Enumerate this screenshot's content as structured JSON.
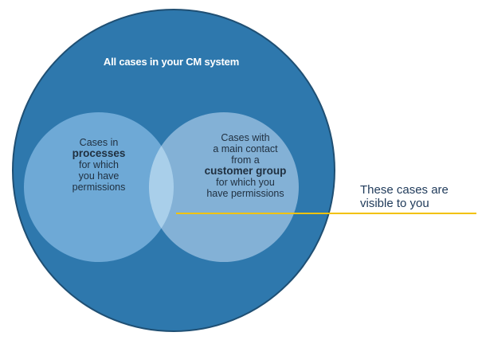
{
  "diagram": {
    "outer_title": "All cases in your CM system",
    "left_circle": {
      "line1": "Cases in",
      "line2": "processes",
      "line3": "for which",
      "line4": "you have",
      "line5": "permissions"
    },
    "right_circle": {
      "line1": "Cases with",
      "line2": "a main contact",
      "line3": "from a",
      "line4": "customer group",
      "line5": "for which you",
      "line6": "have permissions"
    },
    "callout": {
      "line1": "These cases are",
      "line2": "visible to you"
    }
  },
  "colors": {
    "outer_circle": "#2e78ad",
    "outer_circle_stroke": "#1f4f73",
    "left_circle": "#6ea9d6",
    "right_circle": "#83b1d6",
    "overlap": "#a9cfea",
    "callout_line": "#f2c200"
  }
}
